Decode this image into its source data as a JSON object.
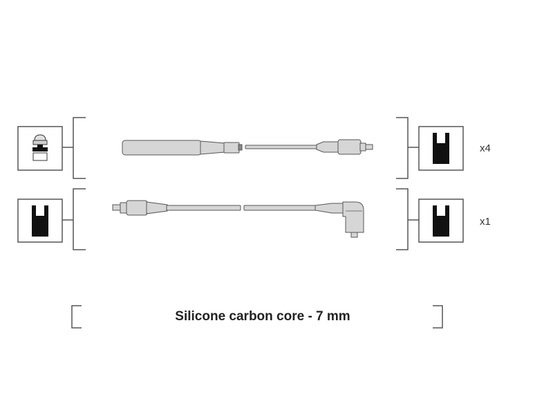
{
  "rows": [
    {
      "quantity": "x4"
    },
    {
      "quantity": "x1"
    }
  ],
  "caption": "Silicone carbon core - 7 mm",
  "colors": {
    "line": "#555555",
    "cable": "#d6d6d6",
    "connector": "#111111"
  },
  "icons": {
    "top_left": "spark-plug-terminal-icon",
    "top_right": "boot-connector-icon",
    "bottom_left": "boot-connector-icon",
    "bottom_right": "boot-connector-icon"
  }
}
